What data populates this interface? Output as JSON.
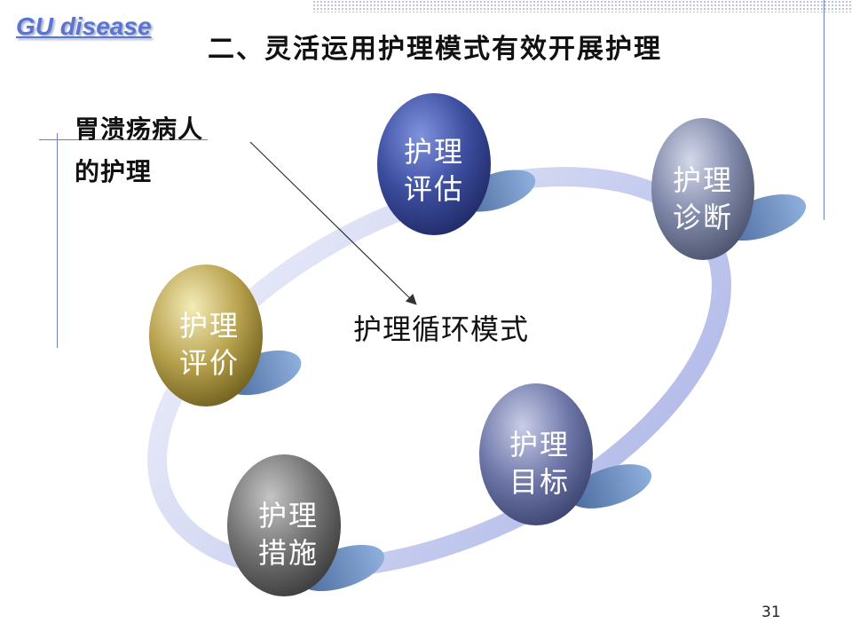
{
  "header": {
    "brand": "GU disease",
    "title": "二、灵活运用护理模式有效开展护理"
  },
  "topic": {
    "line1": "胃溃疡病人",
    "line2": "的护理"
  },
  "cycle": {
    "center_label": "护理循环模式",
    "nodes": [
      {
        "line1": "护理",
        "line2": "评估",
        "color": "#3c4d9e"
      },
      {
        "line1": "护理",
        "line2": "诊断",
        "color": "#7f88a8"
      },
      {
        "line1": "护理",
        "line2": "目标",
        "color": "#6e77a8"
      },
      {
        "line1": "护理",
        "line2": "措施",
        "color": "#737373"
      },
      {
        "line1": "护理",
        "line2": "评价",
        "color": "#b8a24e"
      }
    ]
  },
  "footer": {
    "page_number": "31"
  }
}
